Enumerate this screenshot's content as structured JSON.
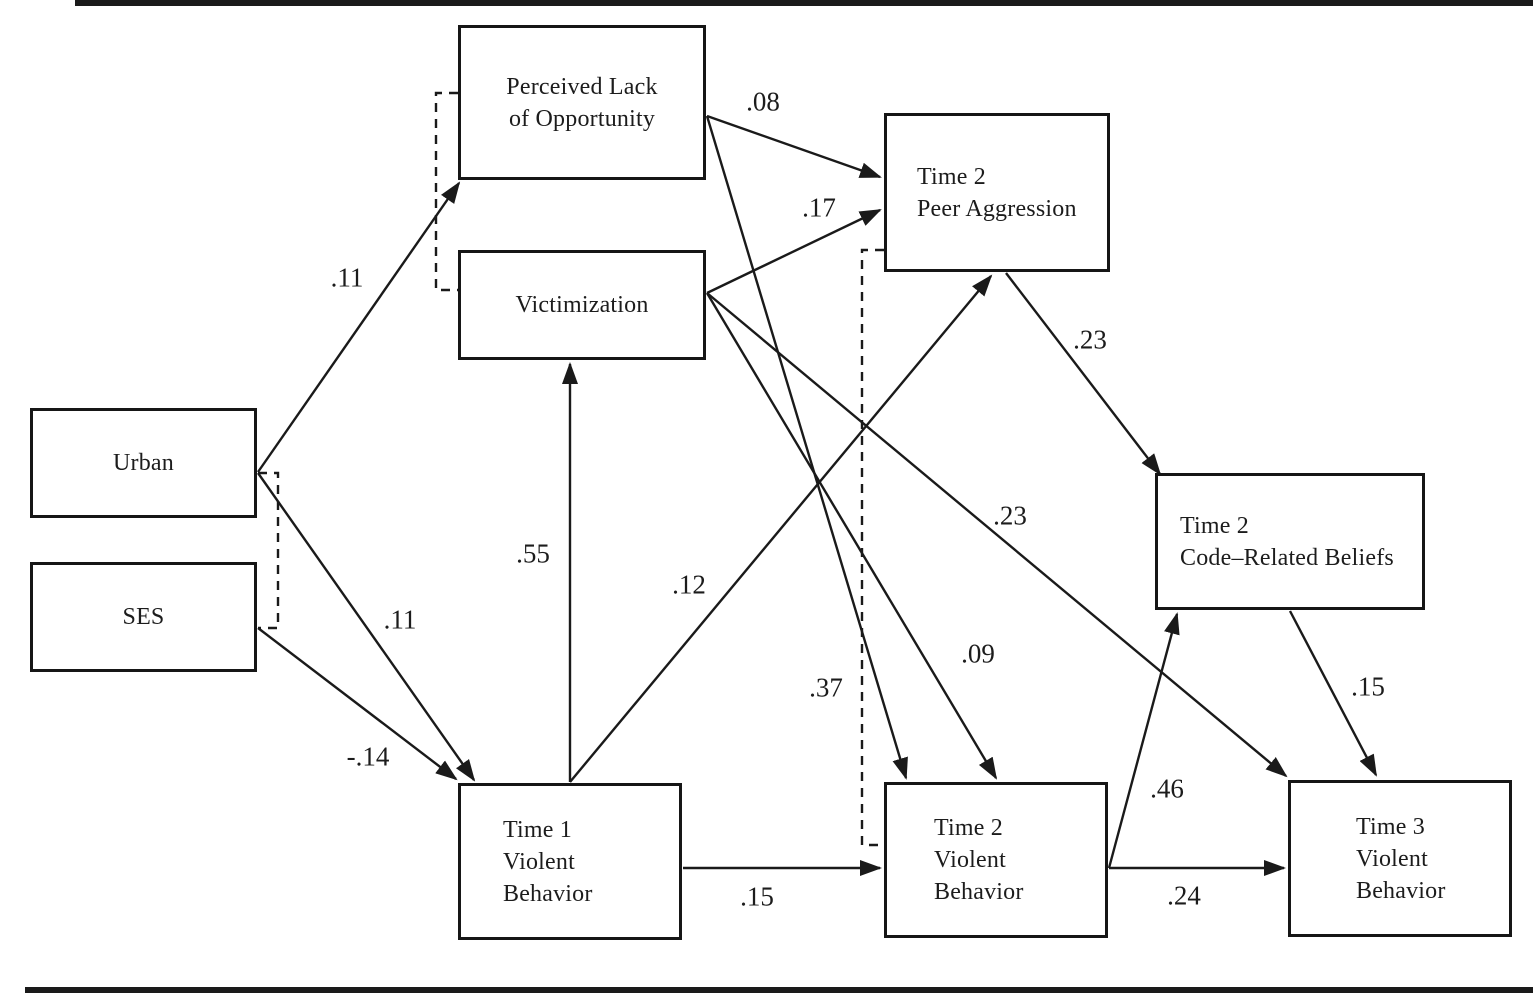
{
  "figure": {
    "kind": "structural-equation-path-diagram",
    "line_color": "#1a1a1a",
    "background_color": "#ffffff"
  },
  "nodes": [
    {
      "id": "urban",
      "lines": [
        "Urban"
      ]
    },
    {
      "id": "ses",
      "lines": [
        "SES"
      ]
    },
    {
      "id": "perceived-lack-of-opportunity",
      "lines": [
        "Perceived Lack",
        "of Opportunity"
      ]
    },
    {
      "id": "victimization",
      "lines": [
        "Victimization"
      ]
    },
    {
      "id": "time1-violent-behavior",
      "lines": [
        "Time 1",
        "Violent",
        "Behavior"
      ]
    },
    {
      "id": "time2-peer-aggression",
      "lines": [
        "Time 2",
        "Peer Aggression"
      ]
    },
    {
      "id": "time2-violent-behavior",
      "lines": [
        "Time 2",
        "Violent",
        "Behavior"
      ]
    },
    {
      "id": "time2-code-related-beliefs",
      "lines": [
        "Time 2",
        "Code–Related Beliefs"
      ]
    },
    {
      "id": "time3-violent-behavior",
      "lines": [
        "Time 3",
        "Violent",
        "Behavior"
      ]
    }
  ],
  "paths": [
    {
      "from": "Urban",
      "to": "Perceived Lack of Opportunity",
      "coefficient": ".11"
    },
    {
      "from": "Urban",
      "to": "Time 1 Violent Behavior",
      "coefficient": ".11"
    },
    {
      "from": "SES",
      "to": "Time 1 Violent Behavior",
      "coefficient": "-.14"
    },
    {
      "from": "Time 1 Violent Behavior",
      "to": "Victimization",
      "coefficient": ".55"
    },
    {
      "from": "Time 1 Violent Behavior",
      "to": "Time 2 Peer Aggression",
      "coefficient": ".12"
    },
    {
      "from": "Time 1 Violent Behavior",
      "to": "Time 2 Violent Behavior",
      "coefficient": ".15"
    },
    {
      "from": "Perceived Lack of Opportunity",
      "to": "Time 2 Peer Aggression",
      "coefficient": ".08"
    },
    {
      "from": "Perceived Lack of Opportunity",
      "to": "Time 2 Violent Behavior",
      "coefficient": ".37"
    },
    {
      "from": "Victimization",
      "to": "Time 2 Peer Aggression",
      "coefficient": ".17"
    },
    {
      "from": "Victimization",
      "to": "Time 2 Violent Behavior",
      "coefficient": ".09"
    },
    {
      "from": "Victimization",
      "to": "Time 3 Violent Behavior",
      "coefficient": ".23"
    },
    {
      "from": "Time 2 Peer Aggression",
      "to": "Time 2 Code–Related Beliefs",
      "coefficient": ".23"
    },
    {
      "from": "Time 2 Violent Behavior",
      "to": "Time 2 Code–Related Beliefs",
      "coefficient": ".46"
    },
    {
      "from": "Time 2 Violent Behavior",
      "to": "Time 3 Violent Behavior",
      "coefficient": ".24"
    },
    {
      "from": "Time 2 Code–Related Beliefs",
      "to": "Time 3 Violent Behavior",
      "coefficient": ".15"
    }
  ],
  "correlations": [
    {
      "between": [
        "Perceived Lack of Opportunity",
        "Victimization"
      ],
      "style": "dashed"
    },
    {
      "between": [
        "Urban",
        "SES"
      ],
      "style": "dashed"
    },
    {
      "between": [
        "Time 2 Peer Aggression",
        "Time 2 Violent Behavior"
      ],
      "style": "dashed"
    }
  ]
}
